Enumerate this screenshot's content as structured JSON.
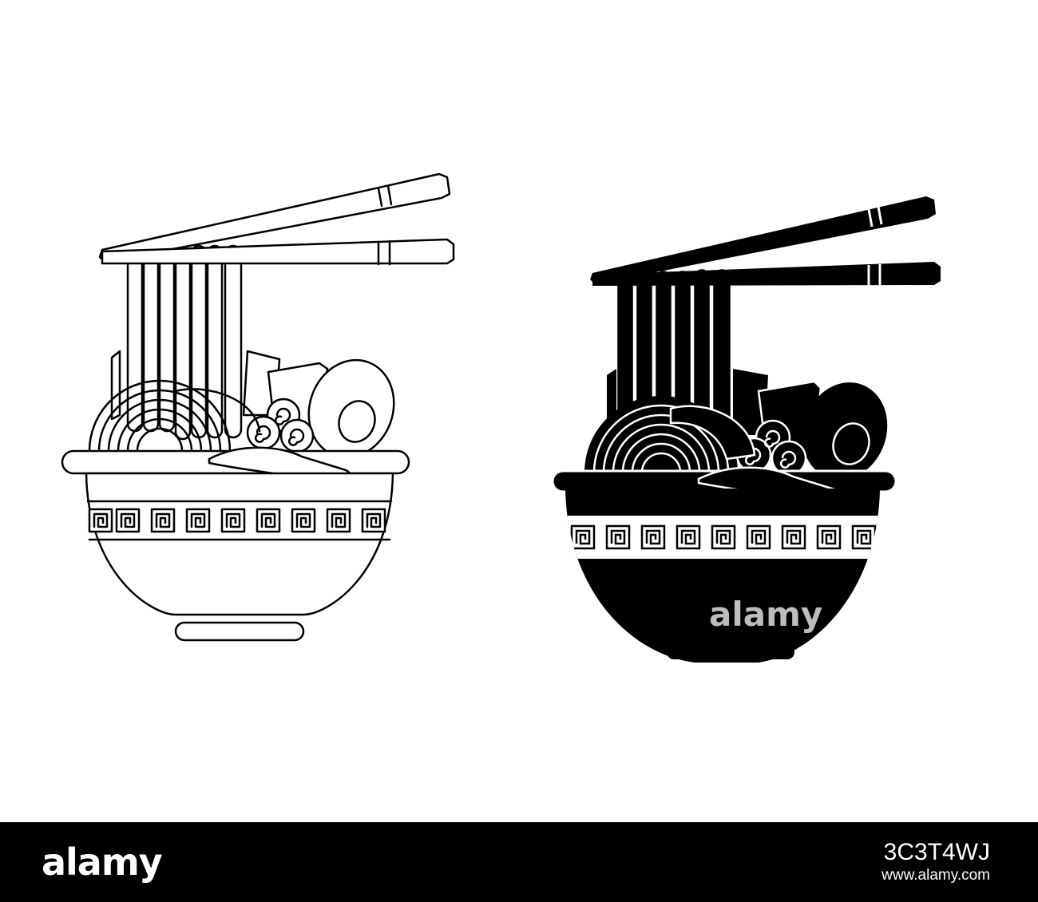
{
  "colors": {
    "ink": "#000000",
    "paper": "#ffffff",
    "watermark": "#bdbdbd"
  },
  "illustrations": [
    {
      "name": "outline-ramen-bowl",
      "style": "outline"
    },
    {
      "name": "silhouette-ramen-bowl",
      "style": "silhouette"
    }
  ],
  "watermark": {
    "text": "alamy"
  },
  "footer": {
    "brand": "alamy",
    "image_id": "3C3T4WJ",
    "site": "www.alamy.com"
  }
}
